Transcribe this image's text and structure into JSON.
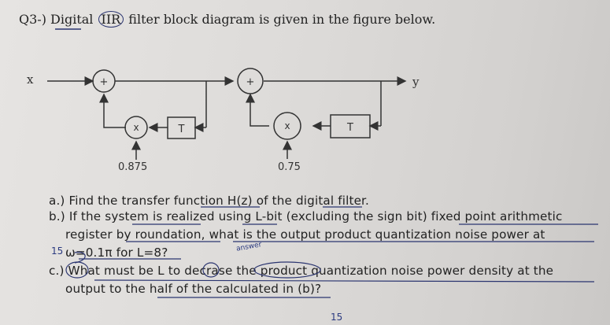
{
  "title": {
    "prefix": "Q3-) Digital ",
    "circled": "IIR",
    "suffix": " filter block diagram is given in the figure below."
  },
  "diagram": {
    "input_label": "x",
    "output_label": "y",
    "adder_symbol": "+",
    "multiplier_symbol": "x",
    "delay_symbol": "T",
    "coefficients": [
      "0.875",
      "0.75"
    ]
  },
  "questions": {
    "a": "a.) Find the transfer function H(z) of the digital filter.",
    "b_line1": "b.) If the system is realized using L-bit (excluding the sign bit) fixed point arithmetic",
    "b_line2": "register by roundation, what is the output product quantization noise power at",
    "b_line3": "ω=0.1π for L=8?",
    "c_line1": "c.) What must be L to decrase the product quantization noise power density at the",
    "c_line2": "output to the half of the calculated in (b)?"
  },
  "handwriting": {
    "note_b": "answer",
    "left_mark": "15",
    "bottom_mark": "15"
  },
  "colors": {
    "ink": "#1e1e22",
    "pen": "#2b3a80"
  }
}
